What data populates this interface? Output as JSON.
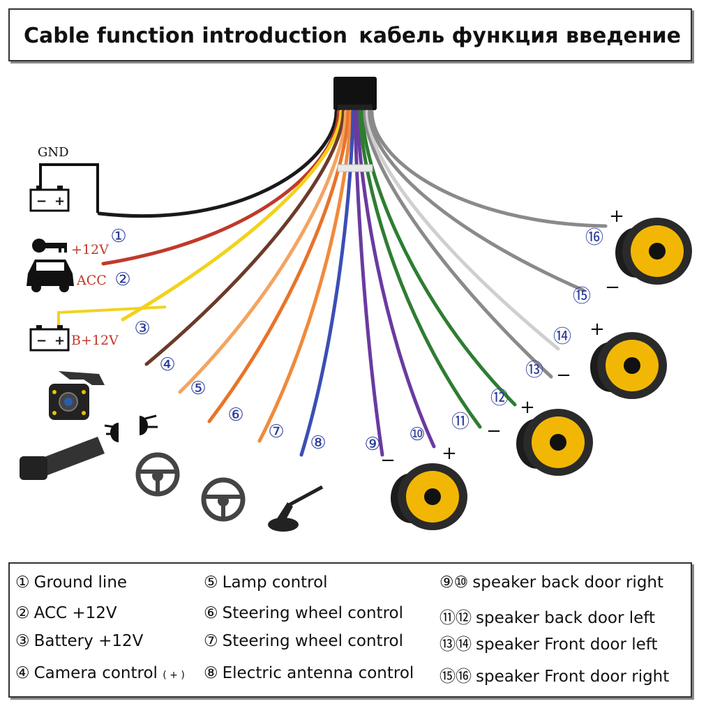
{
  "title": {
    "english": "Cable function introduction",
    "russian": "кабель функция введение"
  },
  "diagram": {
    "labels": {
      "gnd": "GND",
      "acc_voltage": "+12V",
      "acc": "ACC",
      "battery": "B+12V"
    },
    "wire_numbers": [
      "①",
      "②",
      "③",
      "④",
      "⑤",
      "⑥",
      "⑦",
      "⑧",
      "⑨",
      "⑩",
      "⑪",
      "⑫",
      "⑬",
      "⑭",
      "⑮",
      "⑯"
    ],
    "plus": "+",
    "minus": "−",
    "wire_colors": {
      "black": "#1a1a1a",
      "red": "#c0392b",
      "yellow": "#f2d21b",
      "brown": "#6b3a2a",
      "orange": "#f08a3c",
      "orange_black": "#e8742a",
      "orange_white": "#f4a460",
      "blue": "#3a4fb5",
      "purple": "#6a3aa0",
      "green": "#2e7d32",
      "gray": "#8a8a8a",
      "white": "#d9d9d9"
    },
    "speaker_cone": "#f2b705"
  },
  "legend": {
    "col1": [
      {
        "num": "①",
        "text": "Ground line"
      },
      {
        "num": "②",
        "text": "ACC +12V"
      },
      {
        "num": "③",
        "text": "Battery +12V"
      },
      {
        "num": "④",
        "text": "Camera control",
        "suffix": "( + )"
      }
    ],
    "col2": [
      {
        "num": "⑤",
        "text": "Lamp control"
      },
      {
        "num": "⑥",
        "text": "Steering wheel control"
      },
      {
        "num": "⑦",
        "text": "Steering wheel control"
      },
      {
        "num": "⑧",
        "text": "Electric antenna control"
      }
    ],
    "col3": [
      {
        "num": "⑨⑩",
        "text": "speaker back door right"
      },
      {
        "num": "⑪⑫",
        "text": "speaker back door left"
      },
      {
        "num": "⑬⑭",
        "text": "speaker Front door left"
      },
      {
        "num": "⑮⑯",
        "text": "speaker Front door right"
      }
    ]
  }
}
